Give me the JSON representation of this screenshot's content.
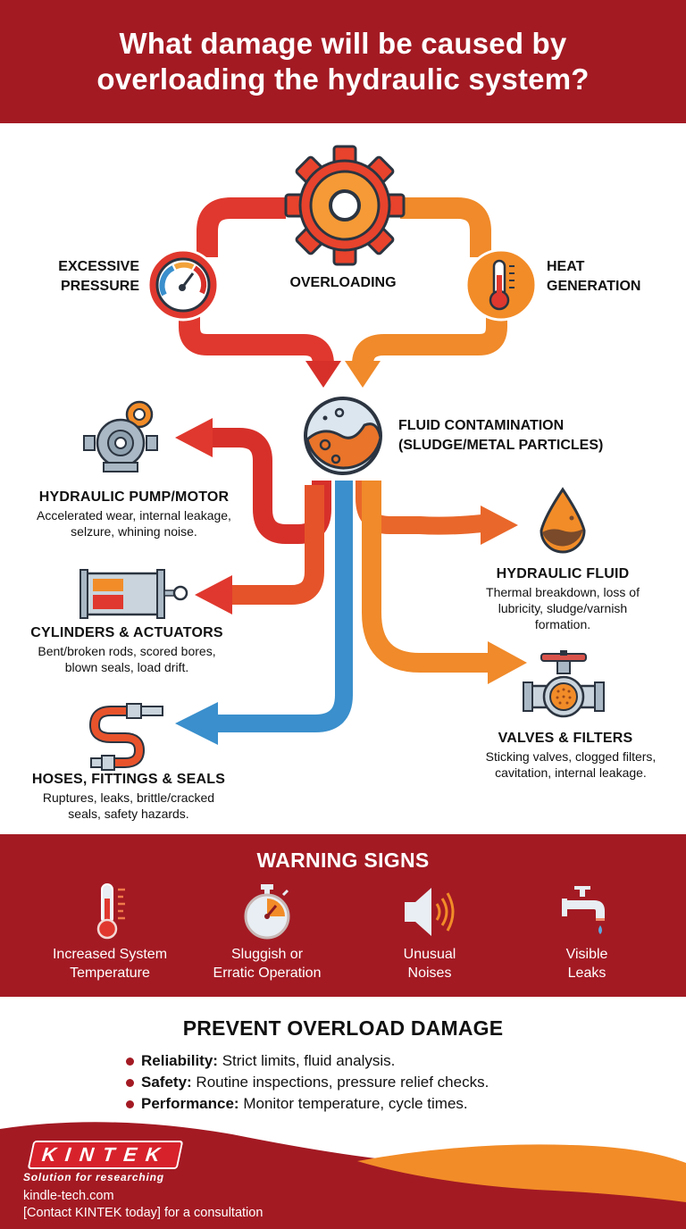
{
  "header": {
    "title_line1": "What damage will be caused by",
    "title_line2": "overloading the hydraulic system?"
  },
  "flow": {
    "center": {
      "label": "OVERLOADING",
      "icon": "gear-icon"
    },
    "causes": [
      {
        "line1": "EXCESSIVE",
        "line2": "PRESSURE",
        "icon": "pressure-gauge-icon"
      },
      {
        "line1": "HEAT",
        "line2": "GENERATION",
        "icon": "thermometer-icon"
      }
    ],
    "contamination": {
      "line1": "FLUID CONTAMINATION",
      "line2": "(SLUDGE/METAL PARTICLES)",
      "icon": "contaminated-fluid-icon"
    },
    "effects": [
      {
        "title": "HYDRAULIC PUMP/MOTOR",
        "desc_line1": "Accelerated wear, internal leakage,",
        "desc_line2": "selzure, whining noise.",
        "icon": "pump-motor-icon"
      },
      {
        "title": "CYLINDERS & ACTUATORS",
        "desc_line1": "Bent/broken rods, scored bores,",
        "desc_line2": "blown seals, load drift.",
        "icon": "cylinder-icon"
      },
      {
        "title": "HOSES, FITTINGS & SEALS",
        "desc_line1": "Ruptures, leaks, brittle/cracked",
        "desc_line2": "seals, safety hazards.",
        "icon": "hose-icon"
      },
      {
        "title": "HYDRAULIC FLUID",
        "desc_line1": "Thermal breakdown, loss of",
        "desc_line2": "lubricity, sludge/varnish",
        "desc_line3": "formation.",
        "icon": "oil-drop-icon"
      },
      {
        "title": "VALVES & FILTERS",
        "desc_line1": "Sticking valves, clogged filters,",
        "desc_line2": "cavitation, internal leakage.",
        "icon": "valve-icon"
      }
    ]
  },
  "warning": {
    "title": "WARNING SIGNS",
    "signs": [
      {
        "line1": "Increased System",
        "line2": "Temperature",
        "icon": "thermometer-icon"
      },
      {
        "line1": "Sluggish or",
        "line2": "Erratic Operation",
        "icon": "stopwatch-icon"
      },
      {
        "line1": "Unusual",
        "line2": "Noises",
        "icon": "speaker-icon"
      },
      {
        "line1": "Visible",
        "line2": "Leaks",
        "icon": "faucet-icon"
      }
    ]
  },
  "prevent": {
    "title": "PREVENT OVERLOAD DAMAGE",
    "items": [
      {
        "label": "Reliability:",
        "text": " Strict limits, fluid analysis."
      },
      {
        "label": "Safety:",
        "text": " Routine inspections, pressure relief checks."
      },
      {
        "label": "Performance:",
        "text": " Monitor temperature, cycle times."
      }
    ]
  },
  "footer": {
    "logo": "KINTEK",
    "tagline": "Solution for researching",
    "website": "kindle-tech.com",
    "cta": "[Contact KINTEK today] for a consultation"
  },
  "colors": {
    "brand_red": "#a31a23",
    "arrow_red": "#e0382e",
    "arrow_orange": "#f08a2a",
    "arrow_blue": "#3a8fcc",
    "accent_orange": "#f28c28"
  }
}
